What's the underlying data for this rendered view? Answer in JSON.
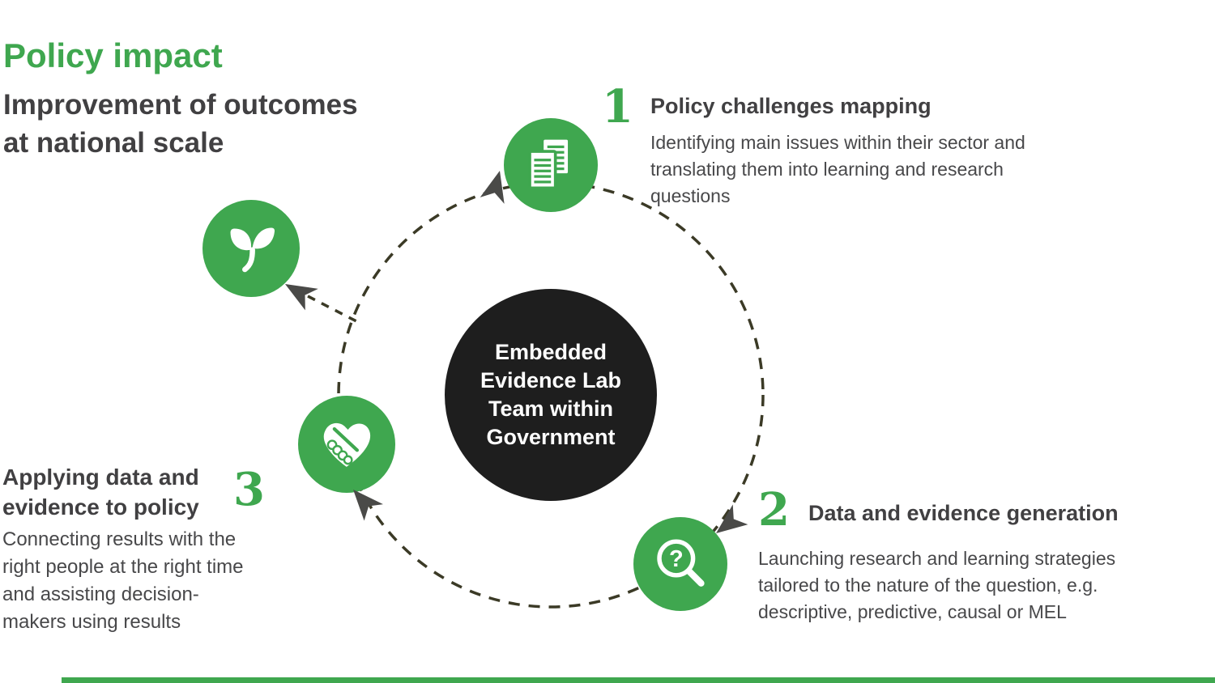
{
  "header": {
    "title": "Policy impact",
    "subtitle": "Improvement of outcomes at national scale"
  },
  "center": {
    "label": "Embedded Evidence Lab Team within Government"
  },
  "steps": [
    {
      "number": "1",
      "title": "Policy challenges mapping",
      "description": "Identifying main issues within their sector and translating them into learning and research questions",
      "icon": "documents-icon"
    },
    {
      "number": "2",
      "title": "Data and evidence generation",
      "description": "Launching research and learning strategies tailored to the nature of the question, e.g. descriptive, predictive, causal or MEL",
      "icon": "magnifier-question-icon"
    },
    {
      "number": "3",
      "title": "Applying data and evidence to policy",
      "description": "Connecting results with the right people at the right time and assisting decision-makers using results",
      "icon": "handshake-icon"
    }
  ],
  "outcome": {
    "icon": "seedling-icon"
  },
  "icons": {
    "magnifier_glyph": "?"
  },
  "colors": {
    "green": "#3FA74F",
    "dark_text": "#414042",
    "center_circle": "#1E1E1E",
    "dash_olive": "#3B3A26",
    "arrow_gray": "#4A4A48"
  }
}
